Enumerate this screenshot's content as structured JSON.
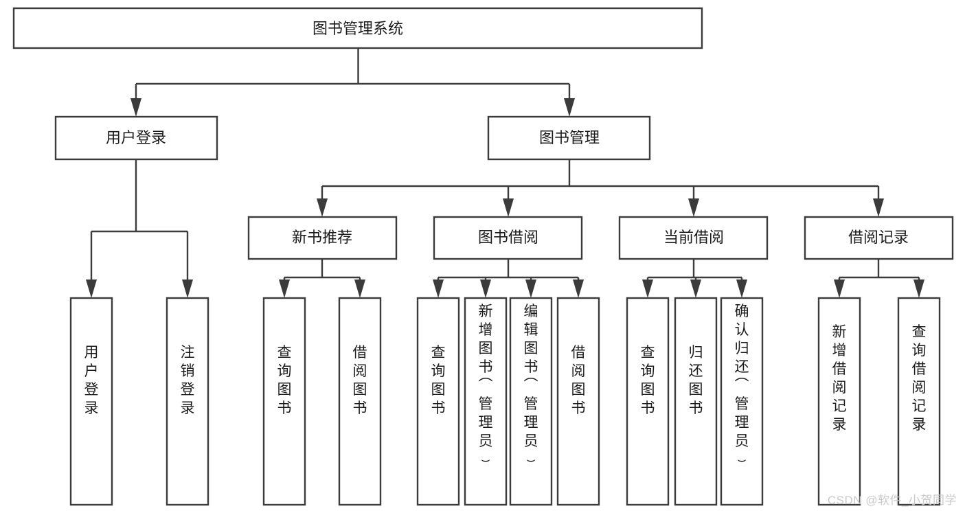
{
  "diagram": {
    "type": "tree-hierarchy-chart",
    "root": {
      "id": "root",
      "label": "图书管理系统"
    },
    "level2": [
      {
        "id": "user-login",
        "label": "用户登录"
      },
      {
        "id": "book-management",
        "label": "图书管理"
      }
    ],
    "level3": [
      {
        "id": "new-book-recommend",
        "label": "新书推荐",
        "parent": "book-management"
      },
      {
        "id": "book-borrow",
        "label": "图书借阅",
        "parent": "book-management"
      },
      {
        "id": "current-borrow",
        "label": "当前借阅",
        "parent": "book-management"
      },
      {
        "id": "borrow-record",
        "label": "借阅记录",
        "parent": "book-management"
      }
    ],
    "leaves": [
      {
        "id": "leaf-user-login",
        "label": "用户登录",
        "parent": "user-login"
      },
      {
        "id": "leaf-logout",
        "label": "注销登录",
        "parent": "user-login"
      },
      {
        "id": "leaf-query-book-1",
        "label": "查询图书",
        "parent": "new-book-recommend"
      },
      {
        "id": "leaf-borrow-book-1",
        "label": "借阅图书",
        "parent": "new-book-recommend"
      },
      {
        "id": "leaf-query-book-2",
        "label": "查询图书",
        "parent": "book-borrow"
      },
      {
        "id": "leaf-add-book",
        "label": "新增图书（管理员）",
        "parent": "book-borrow"
      },
      {
        "id": "leaf-edit-book",
        "label": "编辑图书（管理员）",
        "parent": "book-borrow"
      },
      {
        "id": "leaf-borrow-book-2",
        "label": "借阅图书",
        "parent": "book-borrow"
      },
      {
        "id": "leaf-query-book-3",
        "label": "查询图书",
        "parent": "current-borrow"
      },
      {
        "id": "leaf-return-book",
        "label": "归还图书",
        "parent": "current-borrow"
      },
      {
        "id": "leaf-confirm-return",
        "label": "确认归还（管理员）",
        "parent": "current-borrow"
      },
      {
        "id": "leaf-add-record",
        "label": "新增借阅记录",
        "parent": "borrow-record"
      },
      {
        "id": "leaf-query-record",
        "label": "查询借阅记录",
        "parent": "borrow-record"
      }
    ]
  },
  "watermark": {
    "text": "CSDN @软件_小贺同学"
  },
  "colors": {
    "line": "#3b3b3b",
    "box_fill": "#ffffff",
    "text": "#1b1b1b",
    "watermark": "#c9c9c9",
    "background": "#ffffff"
  }
}
